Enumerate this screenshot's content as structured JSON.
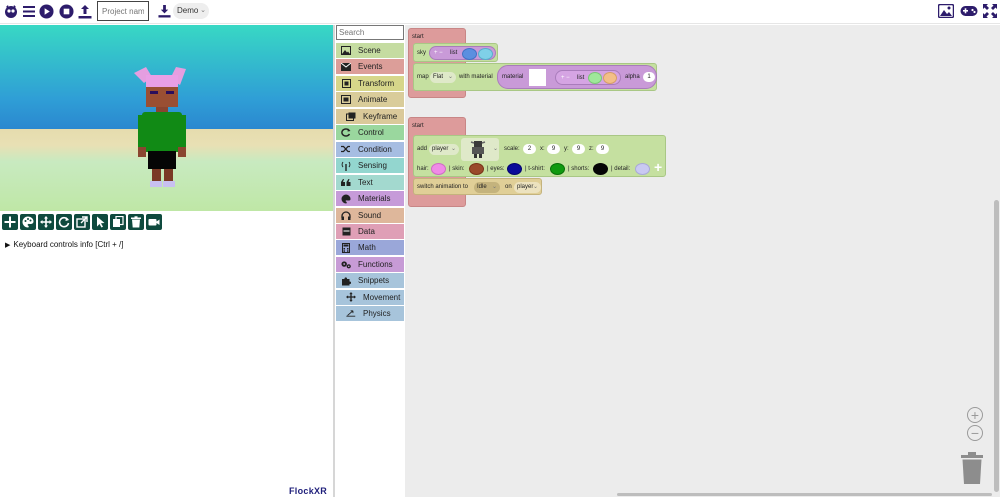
{
  "topbar": {
    "project_placeholder": "Project name",
    "project_select": "Demo"
  },
  "viewport": {
    "keyboard_info": "Keyboard controls info [Ctrl + /]",
    "brand": "FlockXR"
  },
  "categories": {
    "search_placeholder": "Search",
    "items": [
      {
        "label": "Scene",
        "color": "#c5dca1",
        "icon": "image-icon"
      },
      {
        "label": "Events",
        "color": "#dc9e99",
        "icon": "envelope-icon"
      },
      {
        "label": "Transform",
        "color": "#d6d68a",
        "icon": "cube-icon"
      },
      {
        "label": "Animate",
        "color": "#d9cc9a",
        "icon": "film-icon"
      },
      {
        "label": "Keyframe",
        "color": "#dac99a",
        "icon": "keyframe-icon"
      },
      {
        "label": "Control",
        "color": "#9ad79e",
        "icon": "loop-icon"
      },
      {
        "label": "Condition",
        "color": "#a6bde2",
        "icon": "shuffle-icon"
      },
      {
        "label": "Sensing",
        "color": "#93d6cf",
        "icon": "antenna-icon"
      },
      {
        "label": "Text",
        "color": "#a3d9cf",
        "icon": "quote-icon"
      },
      {
        "label": "Materials",
        "color": "#c69bd9",
        "icon": "palette-icon"
      },
      {
        "label": "Sound",
        "color": "#deb79b",
        "icon": "headphones-icon"
      },
      {
        "label": "Data",
        "color": "#df9fb6",
        "icon": "database-icon"
      },
      {
        "label": "Math",
        "color": "#9aa7d9",
        "icon": "calculator-icon"
      },
      {
        "label": "Functions",
        "color": "#c79bd6",
        "icon": "cogs-icon"
      },
      {
        "label": "Snippets",
        "color": "#a7c4db",
        "icon": "puzzle-icon"
      },
      {
        "label": "Movement",
        "color": "#a7c4db",
        "icon": "move-icon"
      },
      {
        "label": "Physics",
        "color": "#a7c4db",
        "icon": "physics-icon"
      }
    ]
  },
  "workspace": {
    "block1": {
      "hat": "start",
      "sky_label": "sky",
      "list_label": "list",
      "map_label": "map",
      "map_value": "Flat",
      "with_material": "with material",
      "material_label": "material",
      "alpha_label": "alpha",
      "alpha_value": "1",
      "plus_minus": "+ −"
    },
    "block2": {
      "hat": "start",
      "add_label": "add",
      "add_value": "player",
      "scale_label": "scale:",
      "scale_value": "2",
      "x_label": "x:",
      "x_value": "9",
      "y_label": "y:",
      "y_value": "9",
      "z_label": "z:",
      "z_value": "9",
      "hair_label": "hair:",
      "skin_label": "| skin:",
      "eyes_label": "| eyes:",
      "tshirt_label": "| t-shirt:",
      "shorts_label": "| shorts:",
      "detail_label": "| detail:",
      "switch_label": "switch animation to",
      "anim_value": "Idle",
      "on_label": "on",
      "on_value": "player"
    }
  },
  "colors": {
    "sky_left": "#5b8fe0",
    "sky_right": "#7fd0e8",
    "list_green": "#9fe89a",
    "list_orange": "#f3bf88",
    "hair": "#f08be6",
    "skin": "#9a4a2a",
    "eyes": "#0a0a99",
    "tshirt": "#109a10",
    "shorts": "#050505",
    "detail": "#c9c9f2"
  }
}
